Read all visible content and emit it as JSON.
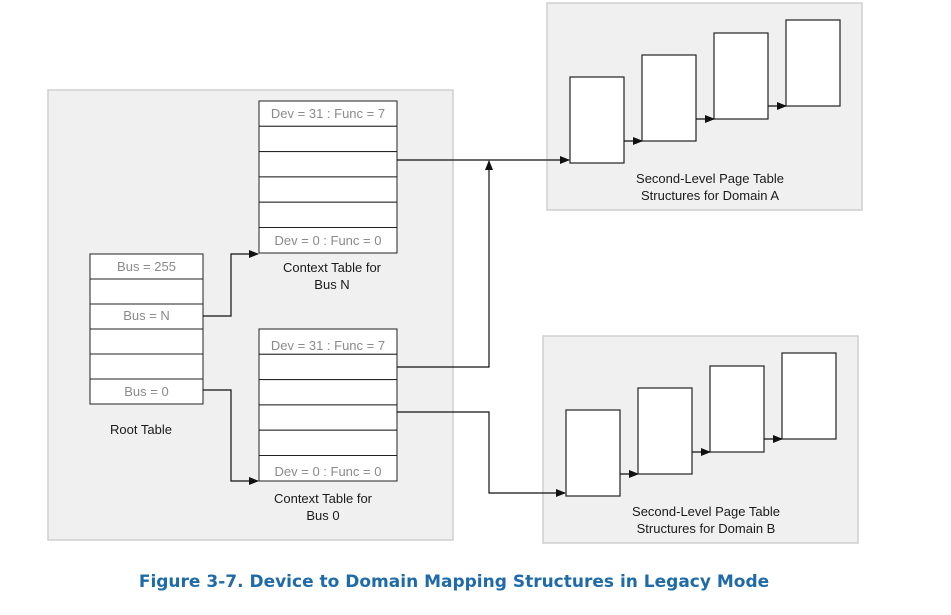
{
  "figure": {
    "caption": "Figure 3-7.  Device to Domain Mapping Structures in Legacy Mode"
  },
  "root_table": {
    "rows": [
      "Bus = 255",
      "",
      "Bus = N",
      "",
      "",
      "Bus = 0"
    ],
    "label": "Root Table"
  },
  "context_table_n": {
    "rows": [
      "Dev = 31 : Func = 7",
      "",
      "",
      "",
      "",
      "Dev = 0 : Func = 0"
    ],
    "label_line1": "Context Table for",
    "label_line2": "Bus N"
  },
  "context_table_0": {
    "rows": [
      "Dev = 31 : Func = 7",
      "",
      "",
      "",
      "",
      "Dev = 0 : Func = 0"
    ],
    "label_line1": "Context Table for",
    "label_line2": "Bus 0"
  },
  "domain_a": {
    "label_line1": "Second-Level Page Table",
    "label_line2": "Structures for Domain A"
  },
  "domain_b": {
    "label_line1": "Second-Level Page Table",
    "label_line2": "Structures for Domain B"
  }
}
